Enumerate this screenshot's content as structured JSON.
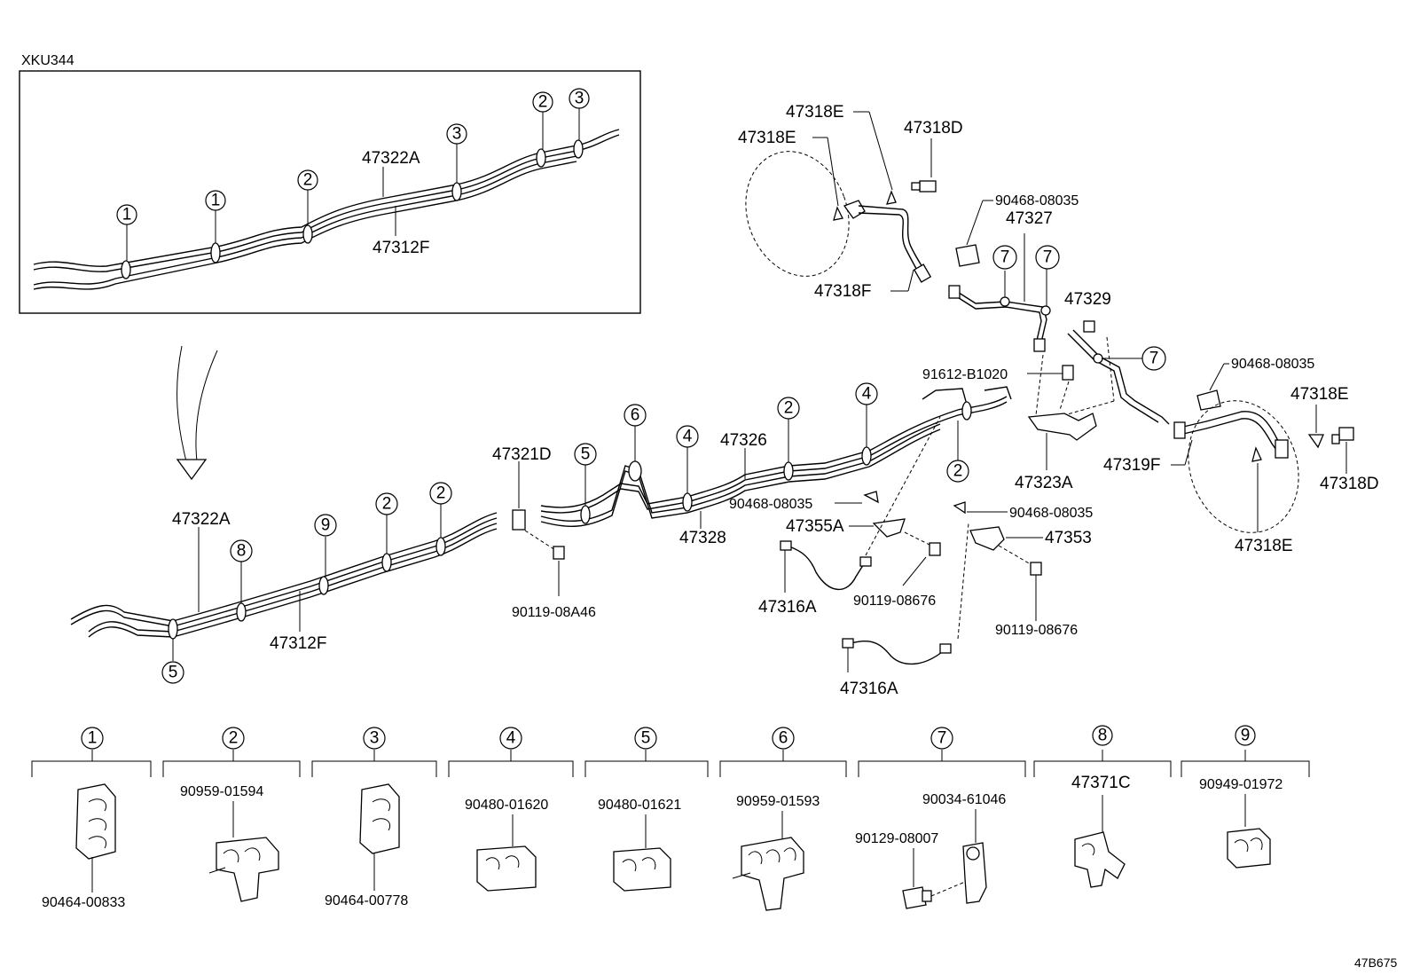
{
  "diagram_code": "XKU344",
  "figure_id": "47B675",
  "labels": {
    "inset_47322A": "47322A",
    "inset_47312F": "47312F",
    "main_47322A": "47322A",
    "main_47312F": "47312F",
    "p47321D": "47321D",
    "p90119_08A46": "90119-08A46",
    "p47326": "47326",
    "p47328": "47328",
    "p47318E_top": "47318E",
    "p47318E_left": "47318E",
    "p47318D_top": "47318D",
    "p90468_08035_a": "90468-08035",
    "p47327": "47327",
    "p47318F": "47318F",
    "p47329": "47329",
    "p91612_B1020": "91612-B1020",
    "p90468_08035_b": "90468-08035",
    "p47318E_right": "47318E",
    "p47318D_right": "47318D",
    "p47319F": "47319F",
    "p47323A": "47323A",
    "p47318E_bottom": "47318E",
    "p90468_08035_c": "90468-08035",
    "p47355A": "47355A",
    "p90468_08035_d": "90468-08035",
    "p47353": "47353",
    "p47316A_a": "47316A",
    "p90119_08676_a": "90119-08676",
    "p90119_08676_b": "90119-08676",
    "p47316A_b": "47316A"
  },
  "callouts": {
    "c1": "1",
    "c2": "2",
    "c3": "3",
    "c4": "4",
    "c5": "5",
    "c6": "6",
    "c7": "7",
    "c8": "8",
    "c9": "9"
  },
  "legend": [
    {
      "key": "1",
      "part": "90464-00833"
    },
    {
      "key": "2",
      "part": "90959-01594"
    },
    {
      "key": "3",
      "part": "90464-00778"
    },
    {
      "key": "4",
      "part": "90480-01620"
    },
    {
      "key": "5",
      "part": "90480-01621"
    },
    {
      "key": "6",
      "part": "90959-01593"
    },
    {
      "key": "7",
      "part": "90034-61046",
      "part2": "90129-08007"
    },
    {
      "key": "8",
      "part": "47371C"
    },
    {
      "key": "9",
      "part": "90949-01972"
    }
  ]
}
